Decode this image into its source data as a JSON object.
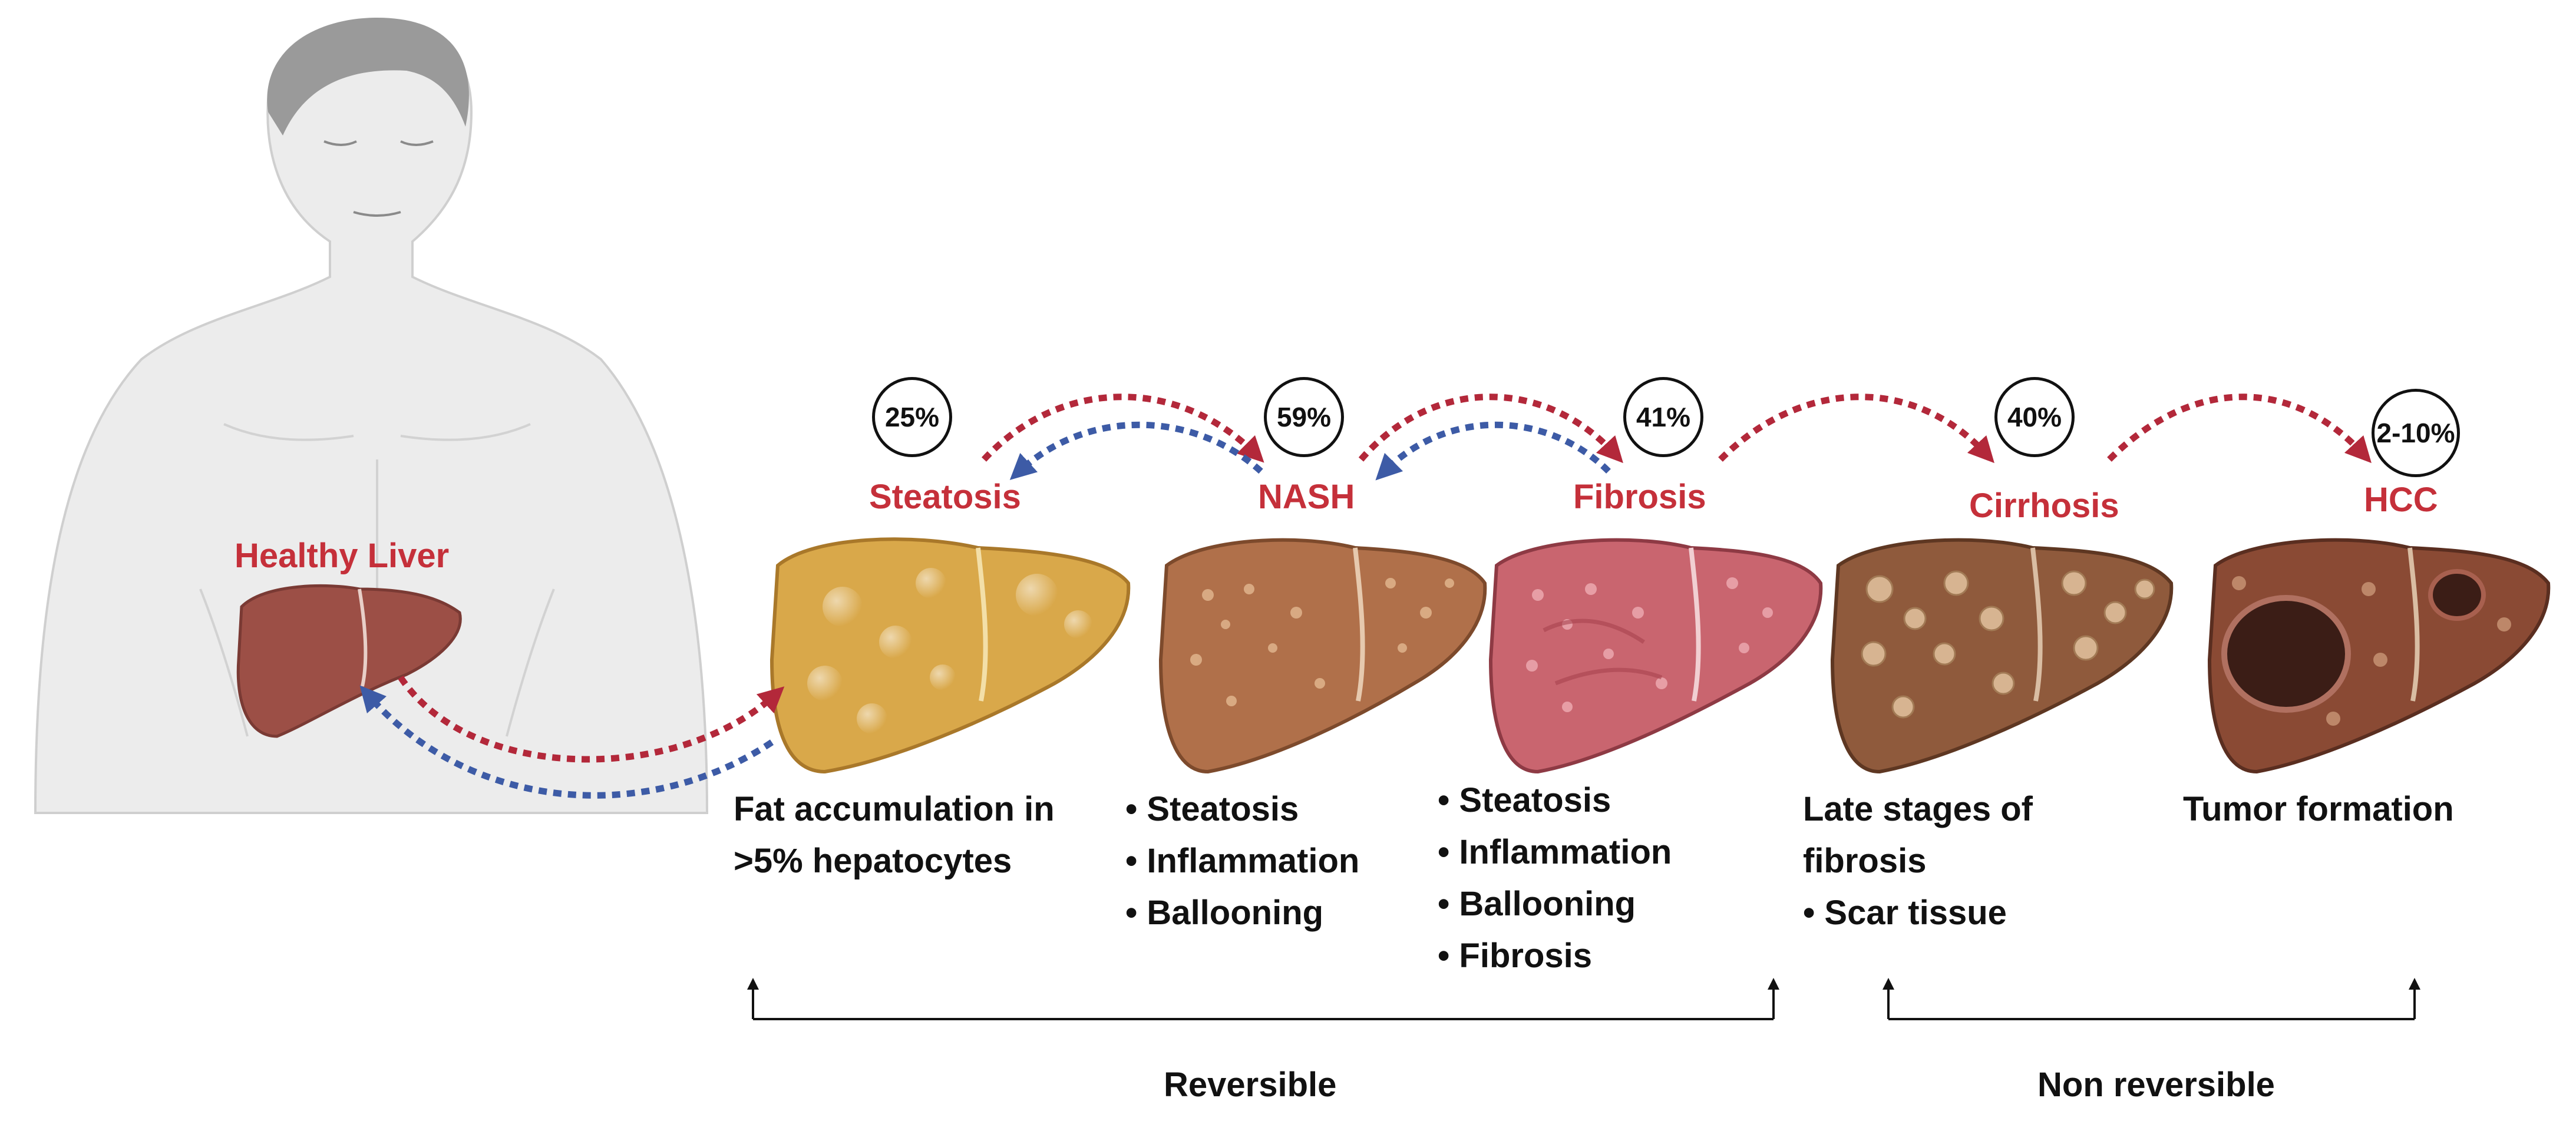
{
  "healthy": {
    "label": "Healthy Liver"
  },
  "stages": [
    {
      "id": "steatosis",
      "title": "Steatosis",
      "percent": "25%",
      "lines": [
        "Fat accumulation in",
        ">5% hepatocytes"
      ],
      "bullets": []
    },
    {
      "id": "nash",
      "title": "NASH",
      "percent": "59%",
      "lines": [],
      "bullets": [
        "Steatosis",
        "Inflammation",
        "Ballooning"
      ]
    },
    {
      "id": "fibrosis",
      "title": "Fibrosis",
      "percent": "41%",
      "lines": [],
      "bullets": [
        "Steatosis",
        "Inflammation",
        "Ballooning",
        "Fibrosis"
      ]
    },
    {
      "id": "cirrhosis",
      "title": "Cirrhosis",
      "percent": "40%",
      "lines": [
        "Late stages of",
        "fibrosis"
      ],
      "bullets": [
        "Scar tissue"
      ]
    },
    {
      "id": "hcc",
      "title": "HCC",
      "percent": "2-10%",
      "lines": [
        "Tumor formation"
      ],
      "bullets": []
    }
  ],
  "ranges": {
    "reversible": "Reversible",
    "non_reversible": "Non reversible"
  },
  "colors": {
    "title_red": "#c5303a",
    "arrow_red": "#b3283a",
    "arrow_blue": "#3d5ba6",
    "liver_healthy": "#9c4f46",
    "liver_steatosis": "#d9a84a",
    "liver_nash": "#b0704a",
    "liver_fibrosis": "#c9656f",
    "liver_cirrhosis": "#8f5a3c",
    "liver_hcc": "#8a4a34",
    "skin": "#ececec",
    "hair": "#9a9a9a"
  }
}
